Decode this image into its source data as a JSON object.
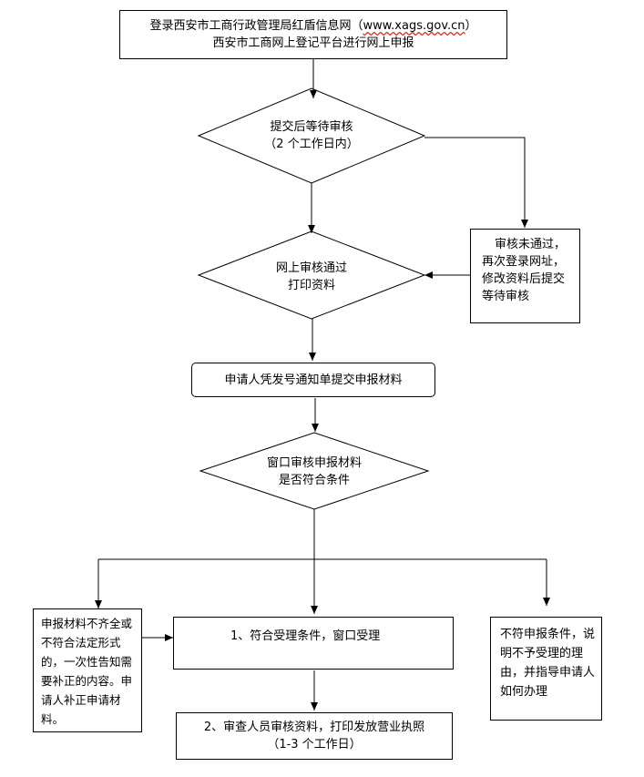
{
  "start_box": {
    "line1_prefix": "登录西安市工商行政管理局红盾信息网（",
    "line1_url": "www.xags.gov.cn",
    "line1_suffix": "）",
    "line2": "西安市工商网上登记平台进行网上申报"
  },
  "diamond_submit": {
    "line1": "提交后等待审核",
    "line2": "（2 个工作日内）"
  },
  "box_not_passed": {
    "line1": "审核未通过，",
    "line2": "再次登录网址，",
    "line3": "修改资料后提交",
    "line4": "等待审核"
  },
  "diamond_passed": {
    "line1": "网上审核通过",
    "line2": "打印资料"
  },
  "box_submit_materials": {
    "text": "申请人凭发号通知单提交申报材料"
  },
  "diamond_window_review": {
    "line1": "窗口审核申报材料",
    "line2": "是否符合条件"
  },
  "box_incomplete": {
    "text": "申报材料不齐全或不符合法定形式的，一次性告知需要补正的内容。申请人补正申请材料。"
  },
  "box_accept": {
    "text": "1、符合受理条件，窗口受理"
  },
  "box_reject": {
    "text": "不符申报条件，说明不予受理的理由，并指导申请人如何办理"
  },
  "box_license": {
    "line1": "2、审查人员审核资料，打印发放营业执照",
    "line2": "（1-3 个工作日）"
  }
}
